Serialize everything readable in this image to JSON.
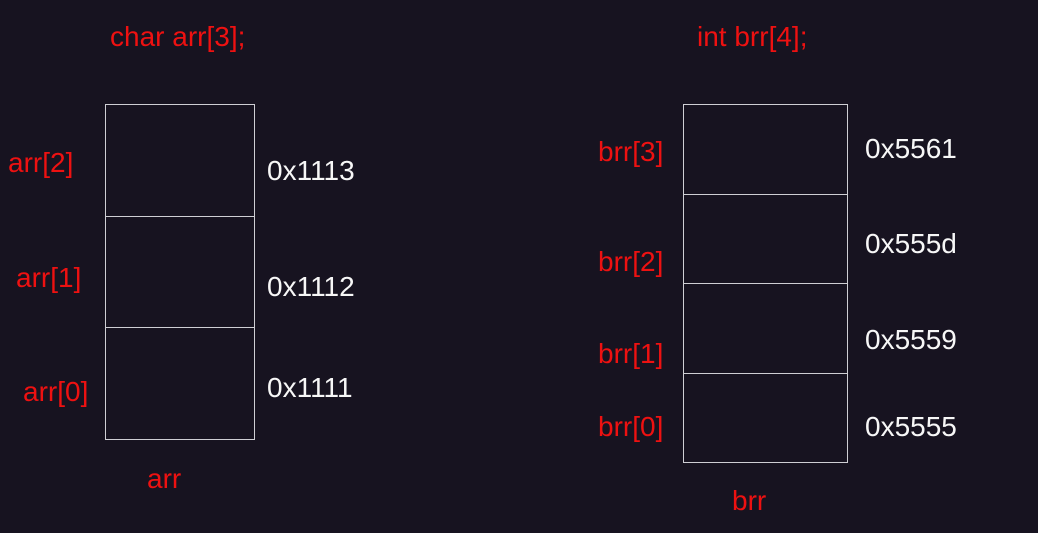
{
  "colors": {
    "background": "#171320",
    "box-border": "#cfcfd4",
    "label-red": "#ee1111",
    "address-white": "#f7f7f7"
  },
  "left_diagram": {
    "title": "char arr[3];",
    "array_name": "arr",
    "cells": [
      {
        "label": "arr[2]",
        "address": "0x1113"
      },
      {
        "label": "arr[1]",
        "address": "0x1112"
      },
      {
        "label": "arr[0]",
        "address": "0x1111"
      }
    ]
  },
  "right_diagram": {
    "title": "int brr[4];",
    "array_name": "brr",
    "cells": [
      {
        "label": "brr[3]",
        "address": "0x5561"
      },
      {
        "label": "brr[2]",
        "address": "0x555d"
      },
      {
        "label": "brr[1]",
        "address": "0x5559"
      },
      {
        "label": "brr[0]",
        "address": "0x5555"
      }
    ]
  }
}
